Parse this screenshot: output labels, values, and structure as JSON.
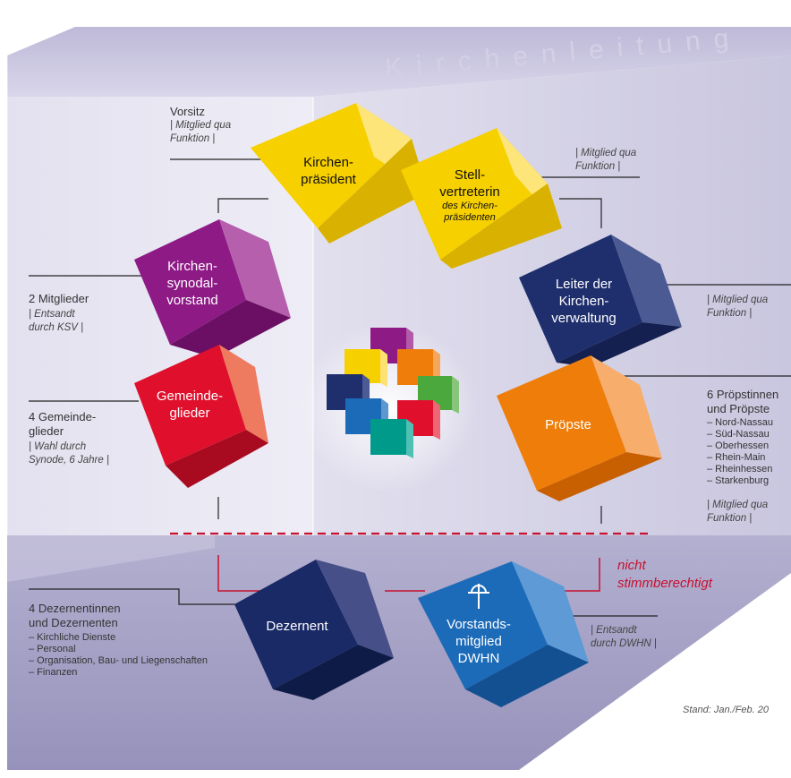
{
  "title": "Kirchenleitung",
  "cubes": {
    "kirchenpraesident": {
      "label": "Kirchen-\npräsident",
      "color": "#f7d000"
    },
    "stellvertreterin": {
      "label": "Stell-\nvertreterin",
      "sub": "des Kirchen-\npräsidenten",
      "color": "#f7d000"
    },
    "synodalvorstand": {
      "label": "Kirchen-\nsynodal-\nvorstand",
      "color": "#8e1a86"
    },
    "leiter": {
      "label": "Leiter der\nKirchen-\nverwaltung",
      "color": "#1f2f6e"
    },
    "gemeindeglieder": {
      "label": "Gemeinde-\nglieder",
      "color": "#e0102d"
    },
    "proepste": {
      "label": "Pröpste",
      "color": "#ef7d0a"
    },
    "dezernent": {
      "label": "Dezernent",
      "color": "#1a2a66"
    },
    "dwhn": {
      "label": "Vorstands-\nmitglied\nDWHN",
      "color": "#1c6bb8"
    }
  },
  "annotations": {
    "vorsitz": "Vorsitz",
    "vorsitz_note": "| Mitglied qua\nFunktion |",
    "stellv_note": "| Mitglied qua\nFunktion |",
    "synod_count": "2 Mitglieder",
    "synod_note": "| Entsandt\ndurch KSV |",
    "leiter_note": "| Mitglied qua\nFunktion |",
    "gemeinde_count": "4 Gemeinde-\nglieder",
    "gemeinde_note": "| Wahl durch\nSynode, 6 Jahre |",
    "proepste_count": "6 Pröpstinnen\nund Pröpste",
    "proepste_list": [
      "– Nord-Nassau",
      "– Süd-Nassau",
      "– Oberhessen",
      "– Rhein-Main",
      "– Rheinhessen",
      "– Starkenburg"
    ],
    "proepste_note": "| Mitglied qua\nFunktion |",
    "nicht": "nicht\nstimmberechtigt",
    "dezern_count": "4 Dezernentinnen\nund Dezernenten",
    "dezern_list": [
      "– Kirchliche Dienste",
      "– Personal",
      "– Organisation, Bau- und Liegenschaften",
      "– Finanzen"
    ],
    "dwhn_note": "| Entsandt\ndurch DWHN |",
    "stand": "Stand: Jan./Feb. 20"
  },
  "colors": {
    "accent_red": "#c8102e",
    "logo_cubes": [
      "#8e1a86",
      "#f7d000",
      "#ef7d0a",
      "#1f2f6e",
      "#4aa83c",
      "#1c6bb8",
      "#e0102d",
      "#009a8a"
    ]
  }
}
